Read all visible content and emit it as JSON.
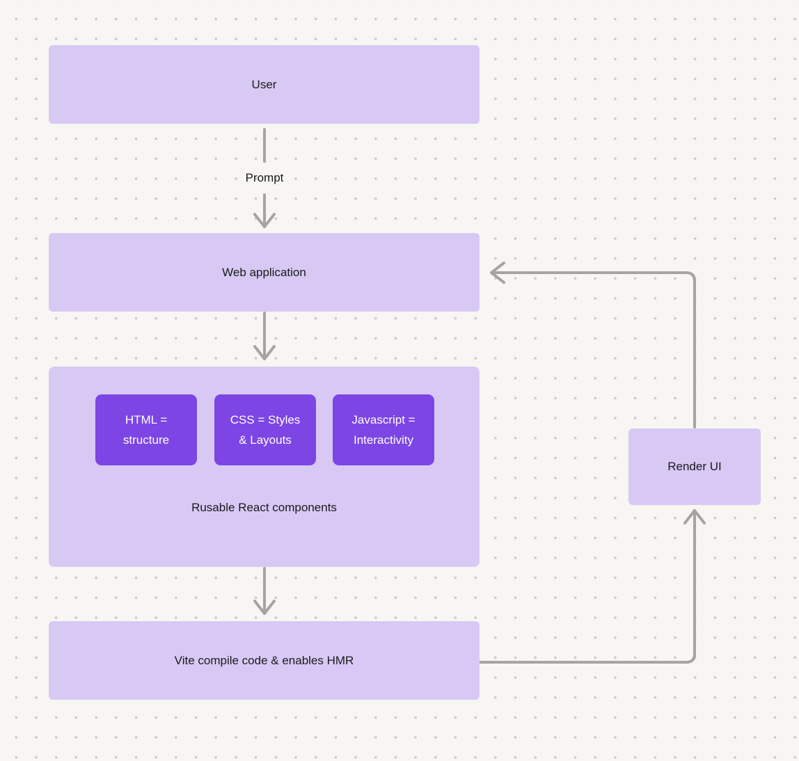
{
  "diagram": {
    "nodes": {
      "user": {
        "label": "User"
      },
      "web_application": {
        "label": "Web application"
      },
      "components_group": {
        "caption": "Rusable React components",
        "cards": [
          {
            "label": "HTML =\nstructure"
          },
          {
            "label": "CSS = Styles\n& Layouts"
          },
          {
            "label": "Javascript =\nInteractivity"
          }
        ]
      },
      "vite": {
        "label": "Vite compile code & enables HMR"
      },
      "render_ui": {
        "label": "Render UI"
      }
    },
    "edges": {
      "prompt_label": "Prompt"
    },
    "colors": {
      "node_light": "#d7c9f4",
      "node_accent": "#7c45e4",
      "arrow": "#a6a3a1",
      "background": "#f7f6f3",
      "dot": "#cbc8c4",
      "text_dark": "#1a1a1c",
      "text_light": "#ffffff"
    }
  }
}
